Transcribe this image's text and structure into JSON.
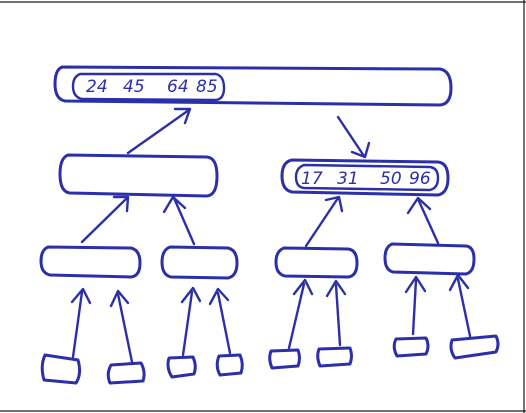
{
  "diagram": {
    "ink_color": "#2b2fa8",
    "root_buffer": {
      "keys": [
        "24",
        "45",
        "64",
        "85"
      ]
    },
    "right_node_buffer": {
      "keys": [
        "17",
        "31",
        "50",
        "96"
      ]
    }
  }
}
